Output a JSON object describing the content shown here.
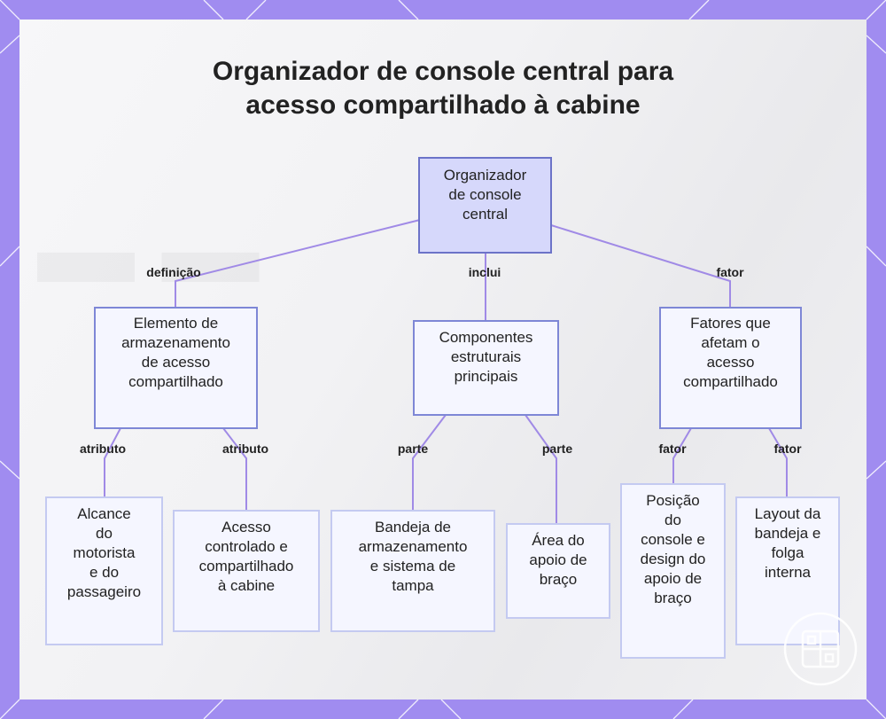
{
  "title_lines": [
    "Organizador de console central para",
    "acesso compartilhado à cabine"
  ],
  "colors": {
    "frame": "#a08cf0",
    "edge": "#a08ae6",
    "root_fill": "#d6d8fb",
    "root_border": "#6c73c8",
    "node_fill": "#f5f6ff"
  },
  "nodes": {
    "root": {
      "lines": [
        "Organizador",
        "de console",
        "central"
      ]
    },
    "def": {
      "lines": [
        "Elemento de",
        "armazenamento",
        "de acesso",
        "compartilhado"
      ]
    },
    "inc": {
      "lines": [
        "Componentes",
        "estruturais",
        "principais"
      ]
    },
    "fat": {
      "lines": [
        "Fatores que",
        "afetam o",
        "acesso",
        "compartilhado"
      ]
    },
    "leaf1": {
      "lines": [
        "Alcance",
        "do",
        "motorista",
        "e do",
        "passageiro"
      ]
    },
    "leaf2": {
      "lines": [
        "Acesso",
        "controlado e",
        "compartilhado",
        "à cabine"
      ]
    },
    "leaf3": {
      "lines": [
        "Bandeja de",
        "armazenamento",
        "e sistema de",
        "tampa"
      ]
    },
    "leaf4": {
      "lines": [
        "Área do",
        "apoio de",
        "braço"
      ]
    },
    "leaf5": {
      "lines": [
        "Posição",
        "do",
        "console e",
        "design do",
        "apoio de",
        "braço"
      ]
    },
    "leaf6": {
      "lines": [
        "Layout da",
        "bandeja e",
        "folga",
        "interna"
      ]
    }
  },
  "edge_labels": {
    "definicao": "definição",
    "inclui": "inclui",
    "fator_top": "fator",
    "atributo1": "atributo",
    "atributo2": "atributo",
    "parte1": "parte",
    "parte2": "parte",
    "fator1": "fator",
    "fator2": "fator"
  }
}
